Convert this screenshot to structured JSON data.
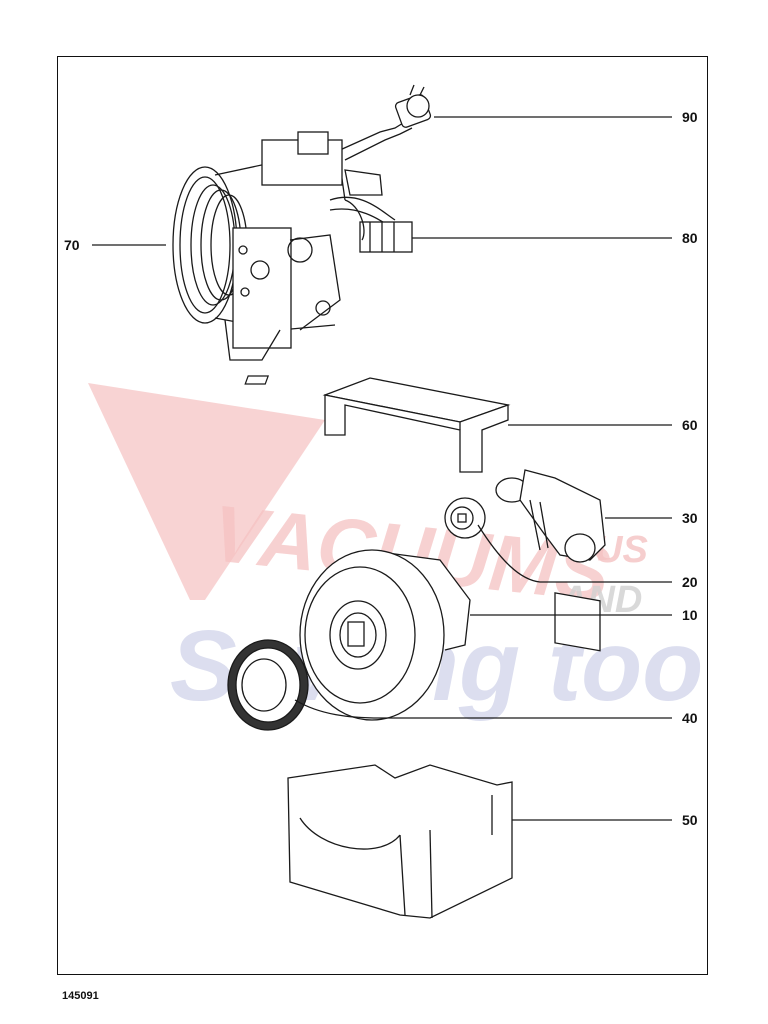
{
  "drawing_number": "145091",
  "callouts": [
    {
      "label": "90"
    },
    {
      "label": "80"
    },
    {
      "label": "70"
    },
    {
      "label": "60"
    },
    {
      "label": "30"
    },
    {
      "label": "20"
    },
    {
      "label": "10"
    },
    {
      "label": "40"
    },
    {
      "label": "50"
    }
  ],
  "watermark": {
    "word1": "VACUUMS",
    "word2": "Sewing too",
    "small1": "US",
    "small2": "AND",
    "color_red": "#f3b7b7",
    "color_blue": "#b9bedf"
  },
  "colors": {
    "line": "#1a1a1a",
    "background": "#ffffff"
  }
}
